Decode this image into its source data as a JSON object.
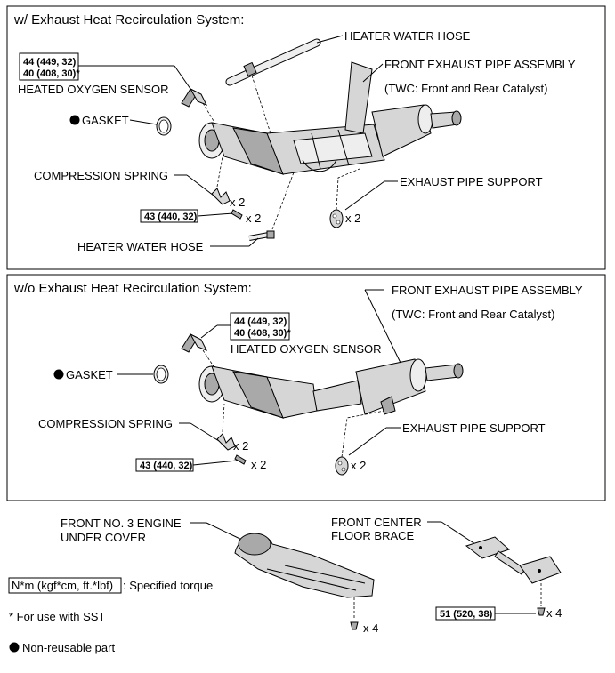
{
  "panel_with": {
    "title": "w/ Exhaust Heat Recirculation System:",
    "heater_water_hose_top": "HEATER WATER HOSE",
    "front_exhaust_pipe": "FRONT EXHAUST PIPE ASSEMBLY",
    "twc_note": "(TWC: Front and Rear Catalyst)",
    "torque_sensor_1": "44 (449, 32)",
    "torque_sensor_2": "40 (408, 30)*",
    "heated_oxygen_sensor": "HEATED OXYGEN SENSOR",
    "gasket": "GASKET",
    "compression_spring": "COMPRESSION SPRING",
    "spring_qty": "x 2",
    "torque_bolt": "43 (440, 32)",
    "bolt_qty": "x 2",
    "exhaust_pipe_support": "EXHAUST PIPE SUPPORT",
    "support_qty": "x 2",
    "heater_water_hose_bottom": "HEATER WATER HOSE"
  },
  "panel_without": {
    "title": "w/o Exhaust Heat Recirculation System:",
    "front_exhaust_pipe": "FRONT EXHAUST PIPE ASSEMBLY",
    "twc_note": "(TWC: Front and Rear Catalyst)",
    "torque_sensor_1": "44 (449, 32)",
    "torque_sensor_2": "40 (408, 30)*",
    "heated_oxygen_sensor": "HEATED OXYGEN SENSOR",
    "gasket": "GASKET",
    "compression_spring": "COMPRESSION SPRING",
    "spring_qty": "x 2",
    "torque_bolt": "43 (440, 32)",
    "bolt_qty": "x 2",
    "exhaust_pipe_support": "EXHAUST PIPE SUPPORT",
    "support_qty": "x 2"
  },
  "bottom": {
    "under_cover_line1": "FRONT NO. 3 ENGINE",
    "under_cover_line2": "UNDER COVER",
    "under_cover_qty": "x 4",
    "floor_brace_line1": "FRONT CENTER",
    "floor_brace_line2": "FLOOR BRACE",
    "torque_brace": "51 (520, 38)",
    "brace_qty": "x 4"
  },
  "legend": {
    "torque_unit_box": "N*m (kgf*cm, ft.*lbf)",
    "torque_unit_desc": ": Specified torque",
    "sst_note": "* For use with SST",
    "non_reusable": "Non-reusable part"
  },
  "colors": {
    "line": "#000000",
    "part_fill": "#d6d6d6",
    "background": "#ffffff"
  }
}
